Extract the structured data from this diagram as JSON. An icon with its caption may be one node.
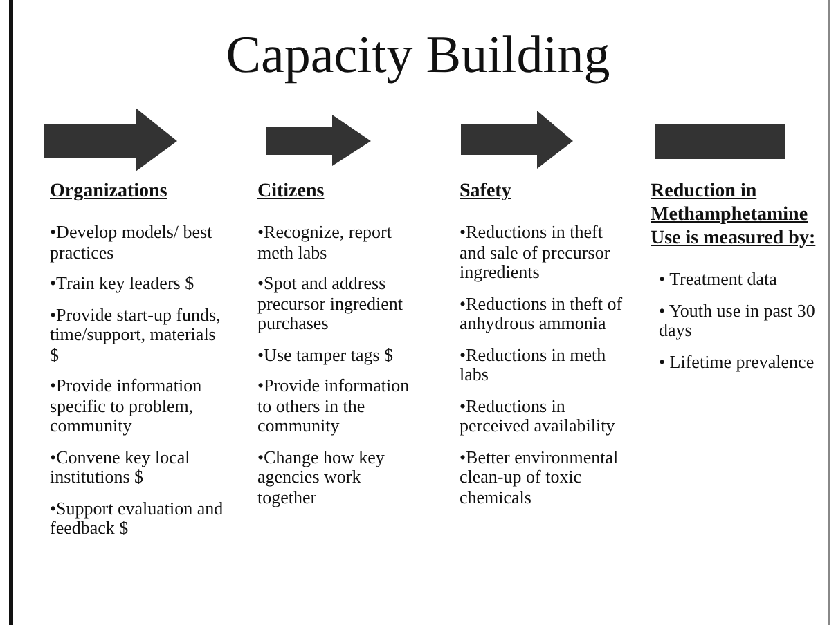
{
  "diagram": {
    "title": "Capacity Building",
    "nodes": [
      {
        "text": [],
        "shape": "bar"
      }
    ],
    "labels": [
      "Organizations",
      "•Develop models/ best practices",
      "•Train key leaders $",
      "•Provide start-up funds, time/support, materials $",
      "•Provide information specific to problem, community",
      "•Convene key local institutions $",
      "•Support evaluation and feedback $",
      "Citizens",
      "•Recognize, report meth labs",
      "•Spot and address precursor ingredient purchases",
      "•Use tamper tags $",
      "•Provide information to others in the community",
      "•Change how key agencies work together",
      "Safety",
      "•Reductions in theft and sale of precursor ingredients",
      "•Reductions in theft of anhydrous ammonia",
      "•Reductions in meth labs",
      "•Reductions in perceived availability",
      "•Better environmental clean-up of toxic chemicals",
      "Reduction in Methamphetamine Use is measured by:",
      "• Treatment data",
      "• Youth use in past 30 days",
      "• Lifetime prevalence"
    ]
  }
}
